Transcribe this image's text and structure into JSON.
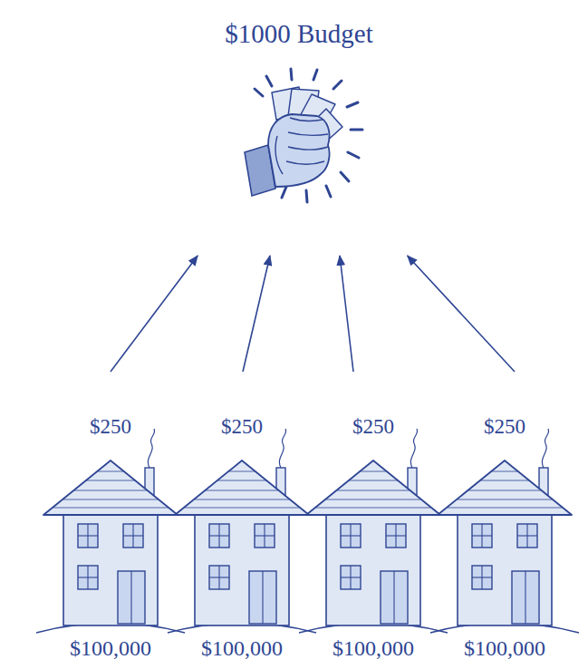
{
  "diagram": {
    "nodes": [
      {
        "text": [
          "$1000 Budget"
        ]
      },
      {
        "text": [
          "$250",
          "$100,000"
        ]
      },
      {
        "text": [
          "$250",
          "$100,000"
        ]
      },
      {
        "text": [
          "$250",
          "$100,000"
        ]
      },
      {
        "text": [
          "$250",
          "$100,000"
        ]
      }
    ],
    "edges": [
      {
        "from": 1,
        "to": 0,
        "arrow": "to"
      },
      {
        "from": 2,
        "to": 0,
        "arrow": "to"
      },
      {
        "from": 3,
        "to": 0,
        "arrow": "to"
      },
      {
        "from": 4,
        "to": 0,
        "arrow": "to"
      }
    ]
  }
}
